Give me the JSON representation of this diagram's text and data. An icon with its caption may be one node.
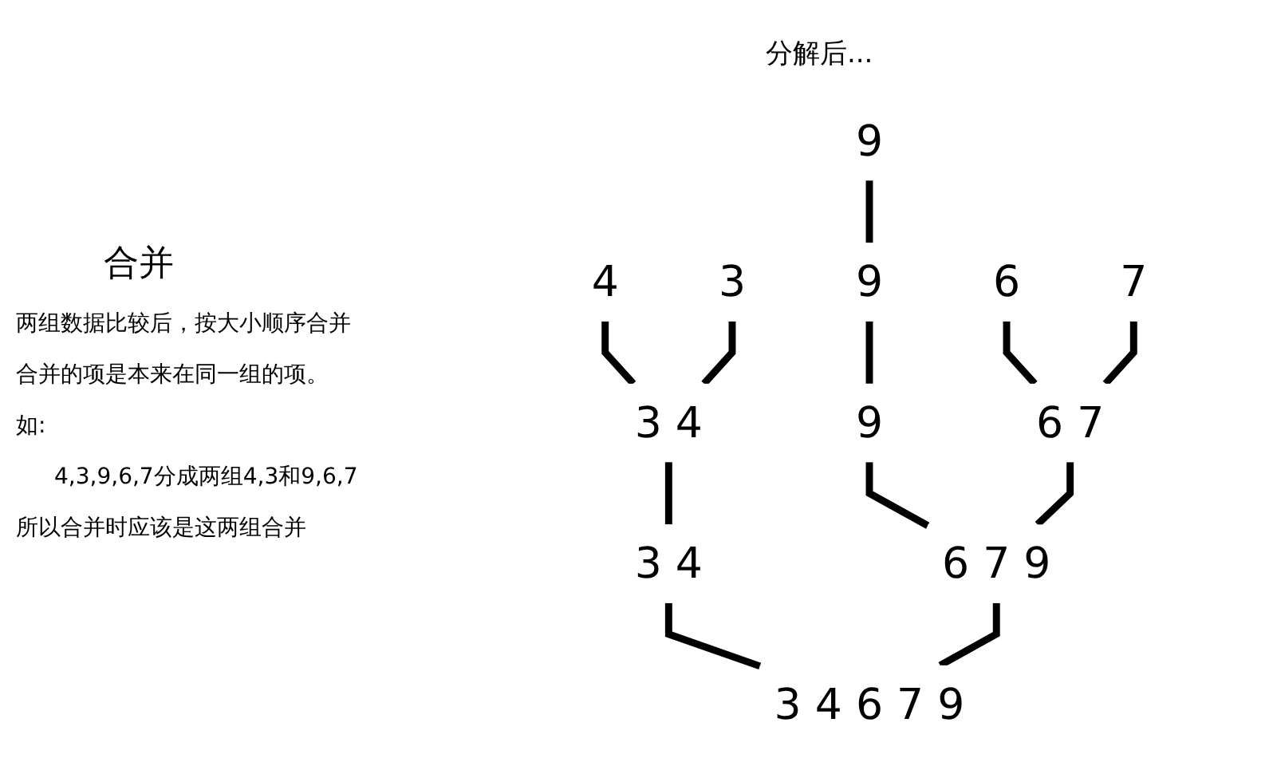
{
  "diagram": {
    "title": "分解后...",
    "nodes": [
      {
        "text": [
          "4"
        ]
      },
      {
        "text": [
          "3"
        ]
      },
      {
        "text": [
          "9"
        ]
      },
      {
        "text": [
          "3 4"
        ]
      },
      {
        "text": [
          "9"
        ]
      },
      {
        "text": [
          "6"
        ]
      },
      {
        "text": [
          "7"
        ]
      },
      {
        "text": [
          "9"
        ]
      },
      {
        "text": [
          "6 7"
        ]
      },
      {
        "text": [
          "3 4"
        ]
      },
      {
        "text": [
          "6 7 9"
        ]
      },
      {
        "text": [
          "3 4 6 7 9"
        ]
      }
    ],
    "edges": [
      {
        "from": 0,
        "to": 3,
        "arrow": "none"
      },
      {
        "from": 1,
        "to": 3,
        "arrow": "none"
      },
      {
        "from": 2,
        "to": 4,
        "arrow": "none"
      },
      {
        "from": 3,
        "to": 9,
        "arrow": "none"
      },
      {
        "from": 4,
        "to": 7,
        "arrow": "none"
      },
      {
        "from": 5,
        "to": 8,
        "arrow": "none"
      },
      {
        "from": 6,
        "to": 8,
        "arrow": "none"
      },
      {
        "from": 7,
        "to": 10,
        "arrow": "none"
      },
      {
        "from": 8,
        "to": 10,
        "arrow": "none"
      },
      {
        "from": 9,
        "to": 11,
        "arrow": "none"
      },
      {
        "from": 10,
        "to": 11,
        "arrow": "none"
      }
    ],
    "labels": [
      "合并",
      "两组数据比较后，按大小顺序合并",
      "合并的项是本来在同一组的项。",
      "如:",
      "4,3,9,6,7分成两组4,3和9,6,7",
      "所以合并时应该是这两组合并"
    ]
  }
}
